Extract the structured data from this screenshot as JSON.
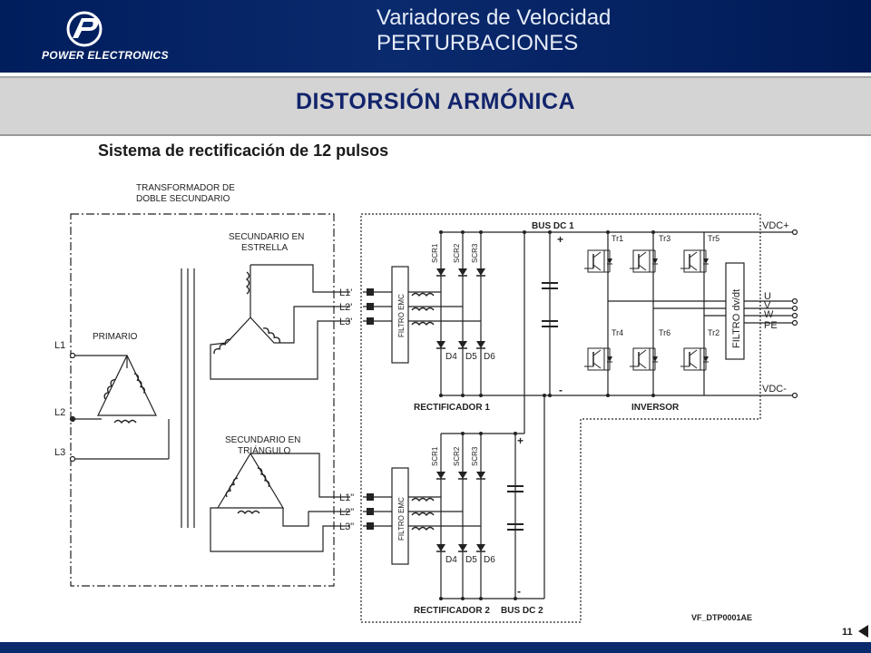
{
  "header": {
    "brand": "POWER ELECTRONICS",
    "title_line1": "Variadores de Velocidad",
    "title_line2": "PERTURBACIONES"
  },
  "section_title": "DISTORSIÓN ARMÓNICA",
  "subtitle": "Sistema de rectificación de 12 pulsos",
  "diagram": {
    "transformer_line1": "TRANSFORMADOR DE",
    "transformer_line2": "DOBLE SECUNDARIO",
    "star_line1": "SECUNDARIO EN",
    "star_line2": "ESTRELLA",
    "delta_line1": "SECUNDARIO EN",
    "delta_line2": "TRIÁNGULO",
    "primary": "PRIMARIO",
    "l1": "L1",
    "l2": "L2",
    "l3": "L3",
    "l1p": "L1'",
    "l2p": "L2'",
    "l3p": "L3'",
    "l1pp": "L1\"",
    "l2pp": "L2\"",
    "l3pp": "L3\"",
    "filter": "FILTRO EMC",
    "scr1": "SCR1",
    "scr2": "SCR2",
    "scr3": "SCR3",
    "d4": "D4",
    "d5": "D5",
    "d6": "D6",
    "bus1": "BUS DC 1",
    "bus2": "BUS DC 2",
    "plus": "+",
    "minus": "-",
    "rect1": "RECTIFICADOR 1",
    "rect2": "RECTIFICADOR 2",
    "inverter": "INVERSOR",
    "tr1": "Tr1",
    "tr3": "Tr3",
    "tr5": "Tr5",
    "tr4": "Tr4",
    "tr6": "Tr6",
    "tr2": "Tr2",
    "dvdt": "FILTRO dv/dt",
    "vdc_plus": "VDC+",
    "vdc_minus": "VDC-",
    "u": "U",
    "v": "V",
    "w": "W",
    "pe": "PE",
    "code": "VF_DTP0001AE"
  },
  "page_number": "11"
}
